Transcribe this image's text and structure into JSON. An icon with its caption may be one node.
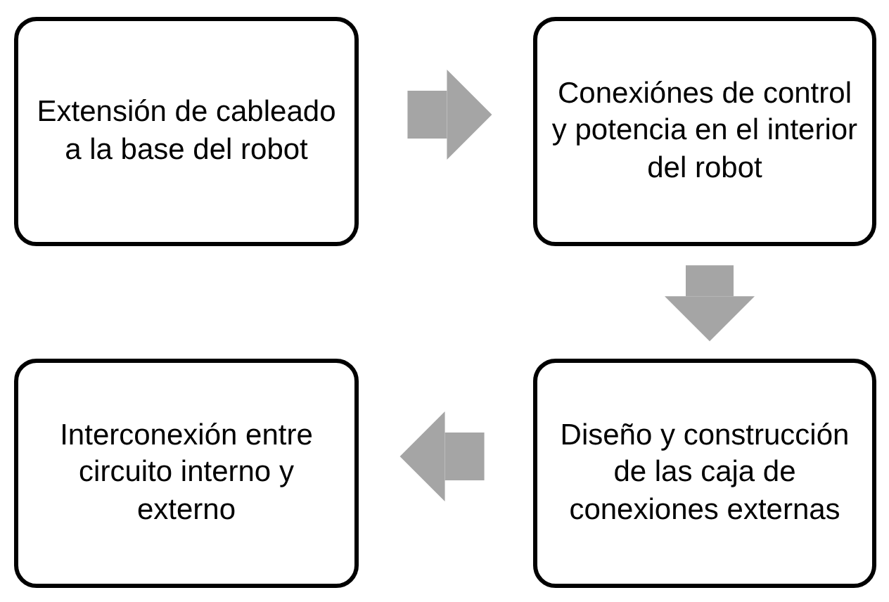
{
  "diagram": {
    "nodes": [
      {
        "text": [
          "Extensión de cableado a la base del robot"
        ]
      },
      {
        "text": [
          "Conexiónes de control y potencia en el interior del robot"
        ]
      },
      {
        "text": [
          "Diseño y construcción de las caja de conexiones externas"
        ]
      },
      {
        "text": [
          "Interconexión entre circuito interno y externo"
        ]
      }
    ],
    "edges": [
      {
        "from": 0,
        "to": 1,
        "arrow": "to"
      },
      {
        "from": 1,
        "to": 2,
        "arrow": "to"
      },
      {
        "from": 2,
        "to": 3,
        "arrow": "to"
      }
    ]
  }
}
